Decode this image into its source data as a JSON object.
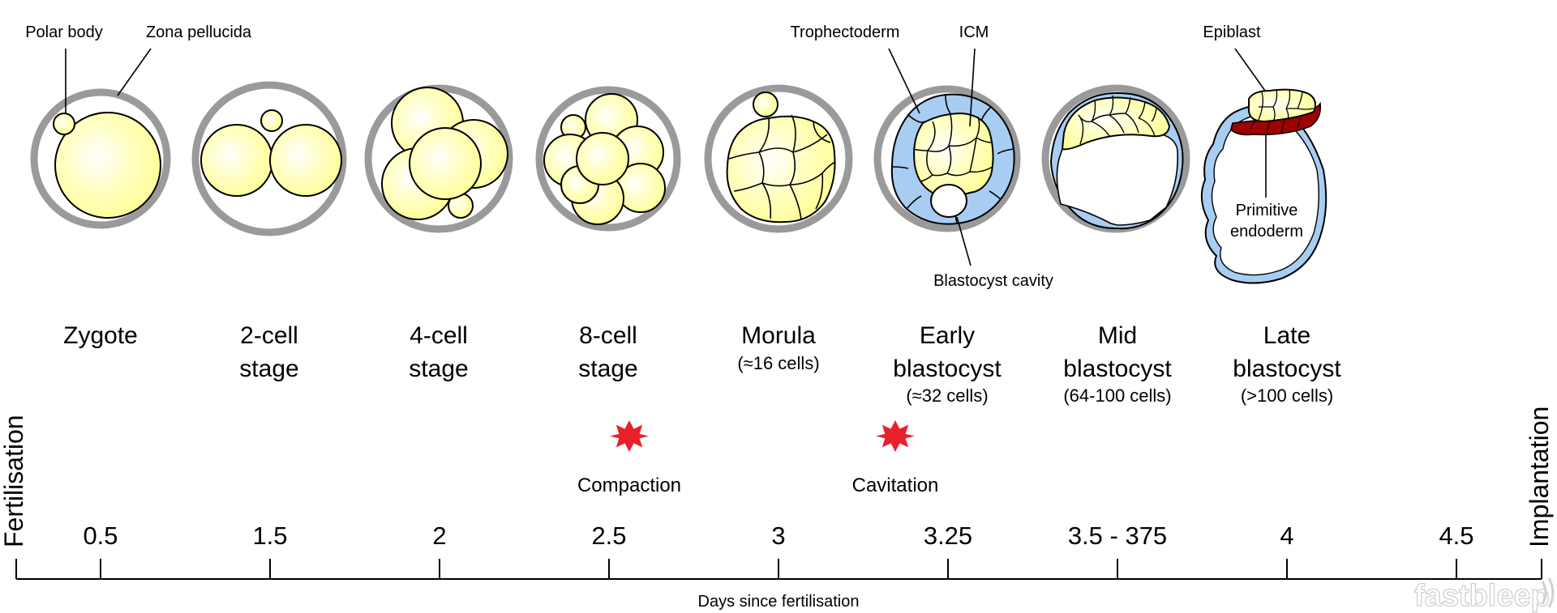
{
  "annotations": {
    "polar_body": "Polar body",
    "zona_pellucida": "Zona pellucida",
    "trophectoderm": "Trophectoderm",
    "icm": "ICM",
    "blastocyst_cavity": "Blastocyst cavity",
    "epiblast": "Epiblast",
    "primitive_endoderm_1": "Primitive",
    "primitive_endoderm_2": "endoderm"
  },
  "stages": [
    {
      "line1": "Zygote",
      "line2": "",
      "sub": ""
    },
    {
      "line1": "2-cell",
      "line2": "stage",
      "sub": ""
    },
    {
      "line1": "4-cell",
      "line2": "stage",
      "sub": ""
    },
    {
      "line1": "8-cell",
      "line2": "stage",
      "sub": ""
    },
    {
      "line1": "Morula",
      "line2": "",
      "sub": "(≈16 cells)"
    },
    {
      "line1": "Early",
      "line2": "blastocyst",
      "sub": "(≈32 cells)"
    },
    {
      "line1": "Mid",
      "line2": "blastocyst",
      "sub": "(64-100 cells)"
    },
    {
      "line1": "Late",
      "line2": "blastocyst",
      "sub": "(>100 cells)"
    }
  ],
  "events": [
    {
      "label": "Compaction"
    },
    {
      "label": "Cavitation"
    }
  ],
  "timeline": {
    "start_label": "Fertilisation",
    "end_label": "Implantation",
    "axis_title": "Days since fertilisation",
    "ticks": [
      "0.5",
      "1.5",
      "2",
      "2.5",
      "3",
      "3.25",
      "3.5 - 375",
      "4",
      "4.5"
    ]
  },
  "watermark": "fastbleep",
  "colors": {
    "cell": "#ffff99",
    "zona": "#9a9a9a",
    "trophectoderm": "#a8cdf2",
    "primitive_endoderm": "#a00000",
    "event_star": "#e8202a"
  }
}
